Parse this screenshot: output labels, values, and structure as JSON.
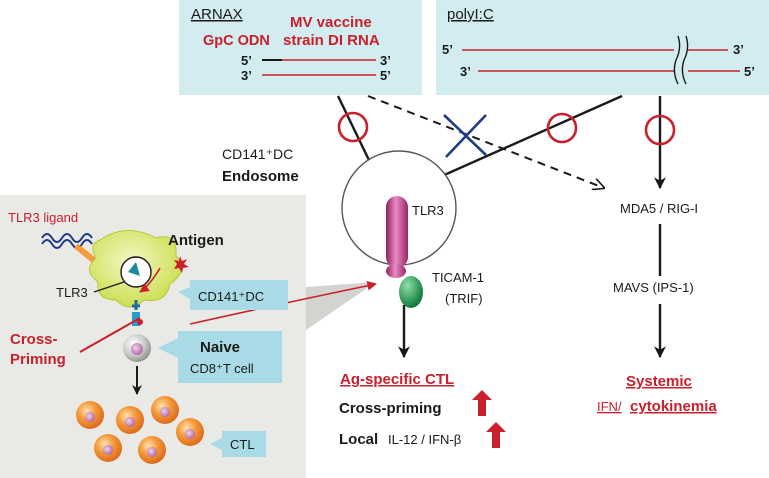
{
  "colors": {
    "red": "#c8202d",
    "panel": "#d2ecef",
    "inset": "#e9eae6",
    "magenta": "#c0307f",
    "green": "#1b9a4d",
    "navy": "#1f3c86",
    "cyan_box": "#a8dbe6"
  },
  "arnax": {
    "title": "ARNAX",
    "label_left": "GpC ODN",
    "label_right_1": "MV vaccine",
    "label_right_2": "strain DI RNA",
    "p5_top": "5’",
    "p3_top": "3’",
    "p3_bot": "3’",
    "p5_bot": "5’"
  },
  "polyic": {
    "title": "polyI:C",
    "p5_top": "5’",
    "p3_top": "3’",
    "p3_bot": "3’",
    "p5_bot": "5’"
  },
  "cell": {
    "label_cd141": "CD141⁺DC",
    "label_endosome": "Endosome",
    "tlr3": "TLR3",
    "ticam": "TICAM-1",
    "trif": "(TRIF)"
  },
  "pathway": {
    "mda5": "MDA5 / RIG-I",
    "mavs": "MAVS (IPS-1)"
  },
  "outcomes": {
    "ctl_title": "Ag-specific CTL",
    "cross_priming": "Cross-priming",
    "local_bold": "Local",
    "local_rest": "IL-12 / IFN-β",
    "systemic": "Systemic",
    "ifn": "IFN/",
    "cytokinemia": "cytokinemia"
  },
  "inset": {
    "tlr3_ligand": "TLR3 ligand",
    "antigen": "Antigen",
    "tlr3": "TLR3",
    "cd141": "CD141⁺DC",
    "cross": "Cross-",
    "priming": "Priming",
    "naive": "Naive",
    "cd8": "CD8⁺T cell",
    "ctl": "CTL"
  }
}
